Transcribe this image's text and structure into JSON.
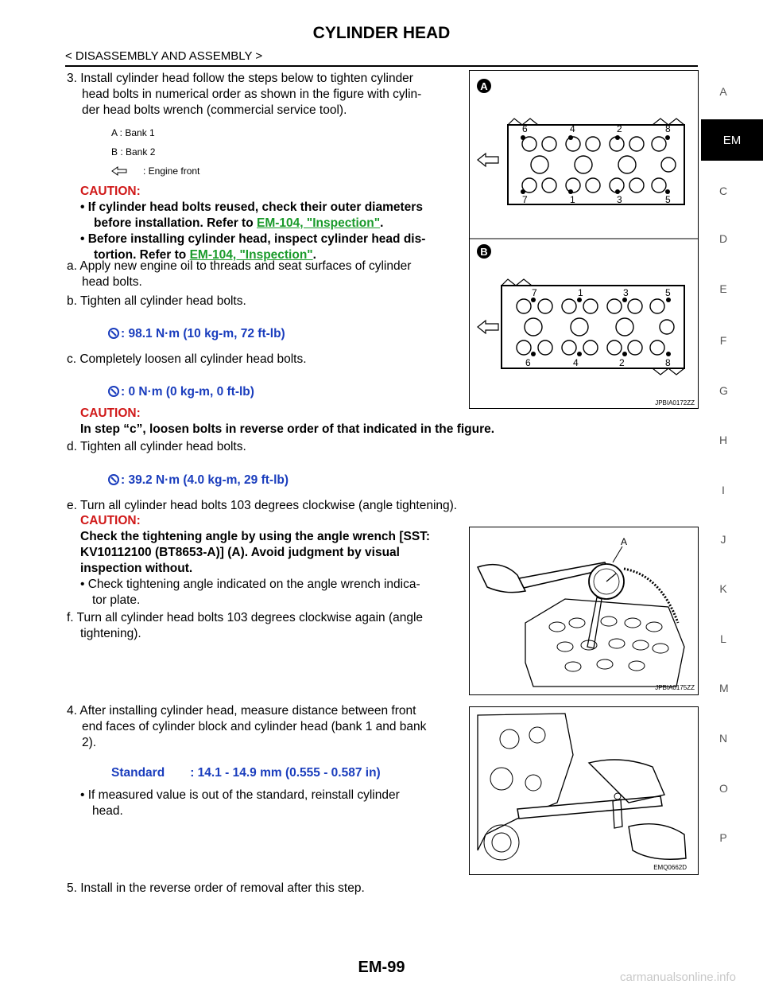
{
  "header": {
    "title": "CYLINDER HEAD",
    "subtitle": "< DISASSEMBLY AND ASSEMBLY >"
  },
  "side_tabs": {
    "letters": [
      "A",
      "C",
      "D",
      "E",
      "F",
      "G",
      "H",
      "I",
      "J",
      "K",
      "L",
      "M",
      "N",
      "O",
      "P"
    ],
    "active": "EM"
  },
  "step3": {
    "text_l1": "3. Install cylinder head follow the steps below to tighten cylinder",
    "text_l2": "head bolts in numerical order as shown in the figure with cylin-",
    "text_l3": "der head bolts wrench (commercial service tool).",
    "legend_a": "A   : Bank 1",
    "legend_b": "B   : Bank 2",
    "legend_front": ": Engine front",
    "caution_label": "CAUTION:",
    "caution1_l1": "• If cylinder head bolts reused, check their outer diameters",
    "caution1_l2": "before installation. Refer to ",
    "caution1_link": "EM-104, \"Inspection\"",
    "caution2_l1": "• Before installing cylinder head, inspect cylinder head dis-",
    "caution2_l2": "tortion. Refer to ",
    "caution2_link": "EM-104, \"Inspection\"",
    "a_l1": "a. Apply new engine oil to threads and seat surfaces of cylinder",
    "a_l2": "head bolts.",
    "b": "b. Tighten all cylinder head bolts.",
    "torque1": ": 98.1 N·m (10 kg-m, 72 ft-lb)",
    "c": "c. Completely loosen all cylinder head bolts.",
    "torque2": ": 0 N·m (0 kg-m, 0 ft-lb)",
    "caution_c_label": "CAUTION:",
    "caution_c_text": "In step “c”, loosen bolts in reverse order of that indicated in the figure.",
    "d": "d. Tighten all cylinder head bolts.",
    "torque3": ": 39.2 N·m (4.0 kg-m, 29 ft-lb)",
    "e": "e. Turn all cylinder head bolts 103 degrees clockwise (angle tightening).",
    "caution_e_label": "CAUTION:",
    "caution_e_l1": "Check the tightening angle by using the angle wrench [SST:",
    "caution_e_l2": "KV10112100 (BT8653-A)] (A). Avoid judgment by visual",
    "caution_e_l3": "inspection without.",
    "caution_e_b1_l1": "• Check tightening angle indicated on the angle wrench indica-",
    "caution_e_b1_l2": "tor plate.",
    "f_l1": "f. Turn all cylinder head bolts 103 degrees clockwise again (angle",
    "f_l2": "tightening)."
  },
  "step4": {
    "l1": "4. After installing cylinder head, measure distance between front",
    "l2": "end faces of cylinder block and cylinder head (bank 1 and bank",
    "l3": "2).",
    "standard_label": "Standard",
    "standard_value": ": 14.1 - 14.9 mm (0.555 - 0.587 in)",
    "bullet_l1": "• If measured value is out of the standard, reinstall cylinder",
    "bullet_l2": "head."
  },
  "step5": {
    "text": "5. Install in the reverse order of removal after this step."
  },
  "figures": {
    "fig1_code": "JPBIA0172ZZ",
    "fig1_label_a": "A",
    "fig1_label_b": "B",
    "fig1_bank1_top": [
      "6",
      "4",
      "2",
      "8"
    ],
    "fig1_bank1_bottom": [
      "7",
      "1",
      "3",
      "5"
    ],
    "fig1_bank2_top": [
      "7",
      "1",
      "3",
      "5"
    ],
    "fig1_bank2_bottom": [
      "6",
      "4",
      "2",
      "8"
    ],
    "fig2_code": "JPBIA0175ZZ",
    "fig2_label": "A",
    "fig3_code": "EMQ0662D"
  },
  "footer": {
    "page": "EM-99",
    "watermark": "carmanualsonline.info"
  }
}
